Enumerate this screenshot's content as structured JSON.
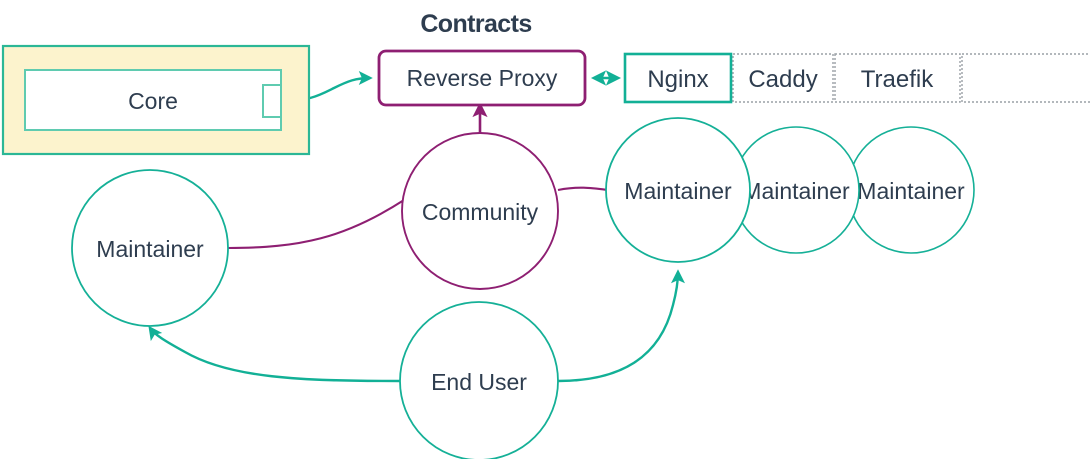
{
  "theme": {
    "teal": "#12b096",
    "teal_soft": "#3fc2a4",
    "purple": "#8e1f72",
    "text": "#2e3d4f",
    "yellow_fill": "#fcf3cd",
    "dotted_gray": "#9aa0a6",
    "white": "#ffffff"
  },
  "title": {
    "text": "Contracts"
  },
  "core_group": {
    "label": "Core",
    "port_name": "port"
  },
  "reverse_proxy": {
    "label": "Reverse Proxy"
  },
  "implementation_list": {
    "items": [
      {
        "label": "Nginx",
        "selected": true
      },
      {
        "label": "Caddy",
        "selected": false
      },
      {
        "label": "Traefik",
        "selected": false
      },
      {
        "label": "",
        "selected": false
      }
    ]
  },
  "actors": {
    "community": {
      "label": "Community"
    },
    "maintainer_left": {
      "label": "Maintainer"
    },
    "maintainer_stack": [
      {
        "label": "Maintainer"
      },
      {
        "label": "Maintainer"
      },
      {
        "label": "Maintainer"
      }
    ],
    "end_user": {
      "label": "End User"
    }
  },
  "edges": [
    {
      "name": "core-to-reverse-proxy",
      "from": "core",
      "to": "reverse-proxy",
      "color": "teal",
      "arrow": "end"
    },
    {
      "name": "reverse-proxy-to-nginx",
      "from": "reverse-proxy",
      "to": "nginx",
      "color": "teal",
      "arrow": "both"
    },
    {
      "name": "community-to-reverse-proxy",
      "from": "community",
      "to": "reverse-proxy",
      "color": "purple",
      "arrow": "end"
    },
    {
      "name": "maintainer-left-community",
      "from": "maintainer-left",
      "to": "community",
      "color": "purple",
      "arrow": "none"
    },
    {
      "name": "community-maintainer-right",
      "from": "community",
      "to": "maintainer-right",
      "color": "purple",
      "arrow": "none"
    },
    {
      "name": "end-user-to-maintainer-left",
      "from": "end-user",
      "to": "maintainer-left",
      "color": "teal",
      "arrow": "end"
    },
    {
      "name": "end-user-to-maintainer-right",
      "from": "end-user",
      "to": "maintainer-right",
      "color": "teal",
      "arrow": "end"
    }
  ]
}
